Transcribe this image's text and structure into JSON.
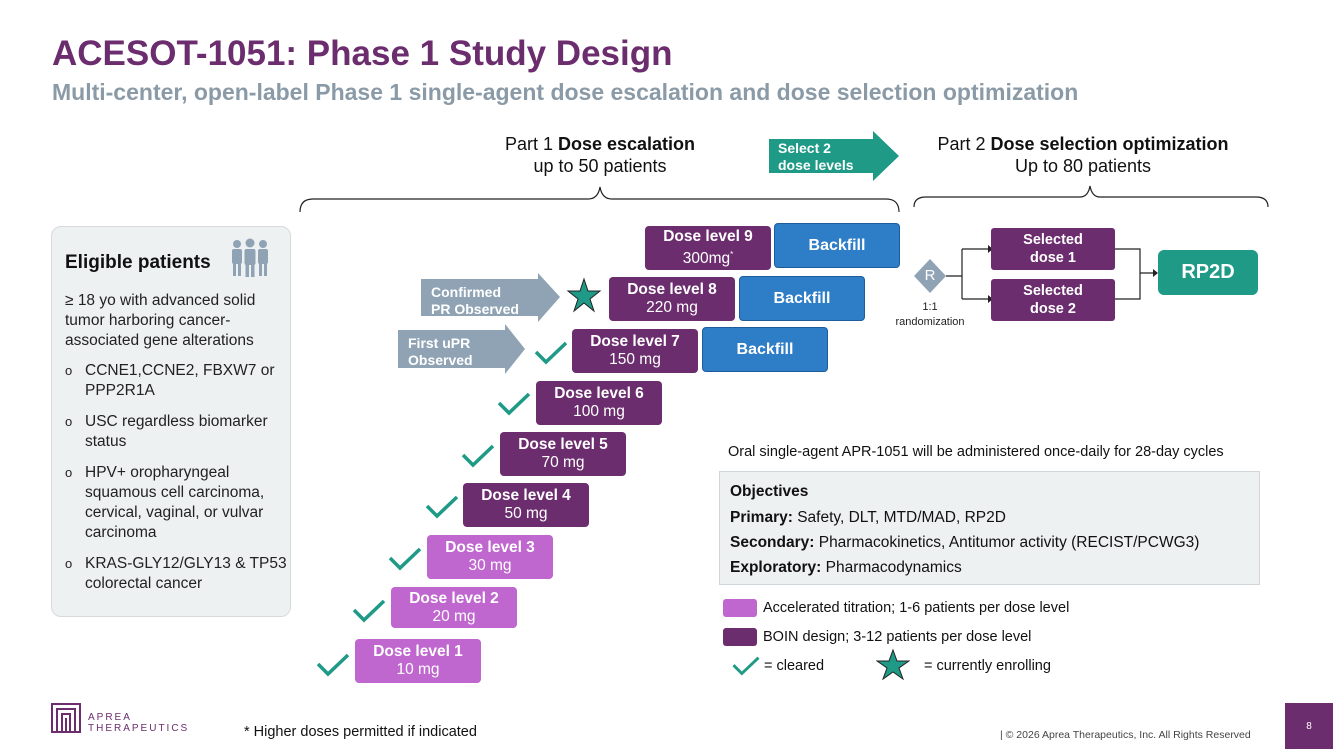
{
  "header": {
    "title": "ACESOT-1051: Phase 1 Study Design",
    "subtitle": "Multi-center, open-label Phase 1 single-agent dose escalation and dose selection optimization"
  },
  "part1": {
    "prefix": "Part 1 ",
    "bold": "Dose escalation",
    "line2": "up to 50 patients"
  },
  "part2": {
    "prefix": "Part 2 ",
    "bold": "Dose selection optimization",
    "line2": "Up to 80 patients"
  },
  "select_arrow": {
    "line1": "Select 2",
    "line2": "dose levels",
    "color": "#1e9a86"
  },
  "eligibility": {
    "title": "Eligible patients",
    "intro": "≥ 18 yo with advanced solid tumor harboring cancer-associated gene alterations",
    "bullet_symbol": "o",
    "items": [
      "CCNE1,CCNE2, FBXW7 or PPP2R1A",
      "USC regardless biomarker status",
      "HPV+ oropharyngeal squamous cell carcinoma, cervical, vaginal, or vulvar carcinoma",
      "KRAS-GLY12/GLY13 & TP53 colorectal cancer"
    ],
    "icon": "people-icon"
  },
  "dose_levels": [
    {
      "name": "Dose level 1",
      "dose": "10 mg",
      "design": "accelerated",
      "status": "cleared"
    },
    {
      "name": "Dose level 2",
      "dose": "20 mg",
      "design": "accelerated",
      "status": "cleared"
    },
    {
      "name": "Dose level 3",
      "dose": "30 mg",
      "design": "accelerated",
      "status": "cleared"
    },
    {
      "name": "Dose level 4",
      "dose": "50 mg",
      "design": "boin",
      "status": "cleared"
    },
    {
      "name": "Dose level 5",
      "dose": "70 mg",
      "design": "boin",
      "status": "cleared"
    },
    {
      "name": "Dose level 6",
      "dose": "100 mg",
      "design": "boin",
      "status": "cleared"
    },
    {
      "name": "Dose level 7",
      "dose": "150 mg",
      "design": "boin",
      "status": "cleared"
    },
    {
      "name": "Dose level 8",
      "dose": "220 mg",
      "design": "boin",
      "status": "currently enrolling"
    },
    {
      "name": "Dose level 9",
      "dose": "300mg",
      "dose_mark": "*",
      "design": "boin",
      "status": ""
    }
  ],
  "backfill_label": "Backfill",
  "markers": {
    "first_upr": {
      "line1": "First uPR",
      "line2": "Observed"
    },
    "confirmed_pr": {
      "line1": "Confirmed",
      "line2": "PR Observed"
    },
    "arrow_color": "#8fa3b5"
  },
  "randomization": {
    "symbol": "R",
    "ratio": "1:1",
    "label": "randomization"
  },
  "selected_doses": [
    {
      "line1": "Selected",
      "line2": "dose 1"
    },
    {
      "line1": "Selected",
      "line2": "dose 2"
    }
  ],
  "rp2d": "RP2D",
  "admin_note": "Oral single-agent APR-1051 will be administered once-daily for  28-day cycles",
  "objectives": {
    "title": "Objectives",
    "primary_label": "Primary:",
    "primary": " Safety, DLT, MTD/MAD, RP2D",
    "secondary_label": "Secondary:",
    "secondary": " Pharmacokinetics, Antitumor activity (RECIST/PCWG3)",
    "exploratory_label": "Exploratory:",
    "exploratory": " Pharmacodynamics"
  },
  "legend": {
    "accelerated": "Accelerated titration; 1-6 patients per dose level",
    "boin": "BOIN design; 3-12 patients per dose level",
    "cleared": "= cleared",
    "enrolling": "= currently enrolling"
  },
  "colors": {
    "title": "#6b2d6e",
    "accelerated": "#bf66cf",
    "boin": "#6b2d6e",
    "backfill": "#2e7dc7",
    "check": "#1e9a86",
    "rp2d": "#1e9a86"
  },
  "footer": {
    "footnote": "*  Higher doses permitted if indicated",
    "logo_line1": "APREA",
    "logo_line2": "THERAPEUTICS",
    "copyright": "|  © 2026 Aprea Therapeutics, Inc. All Rights Reserved",
    "page": "8"
  }
}
